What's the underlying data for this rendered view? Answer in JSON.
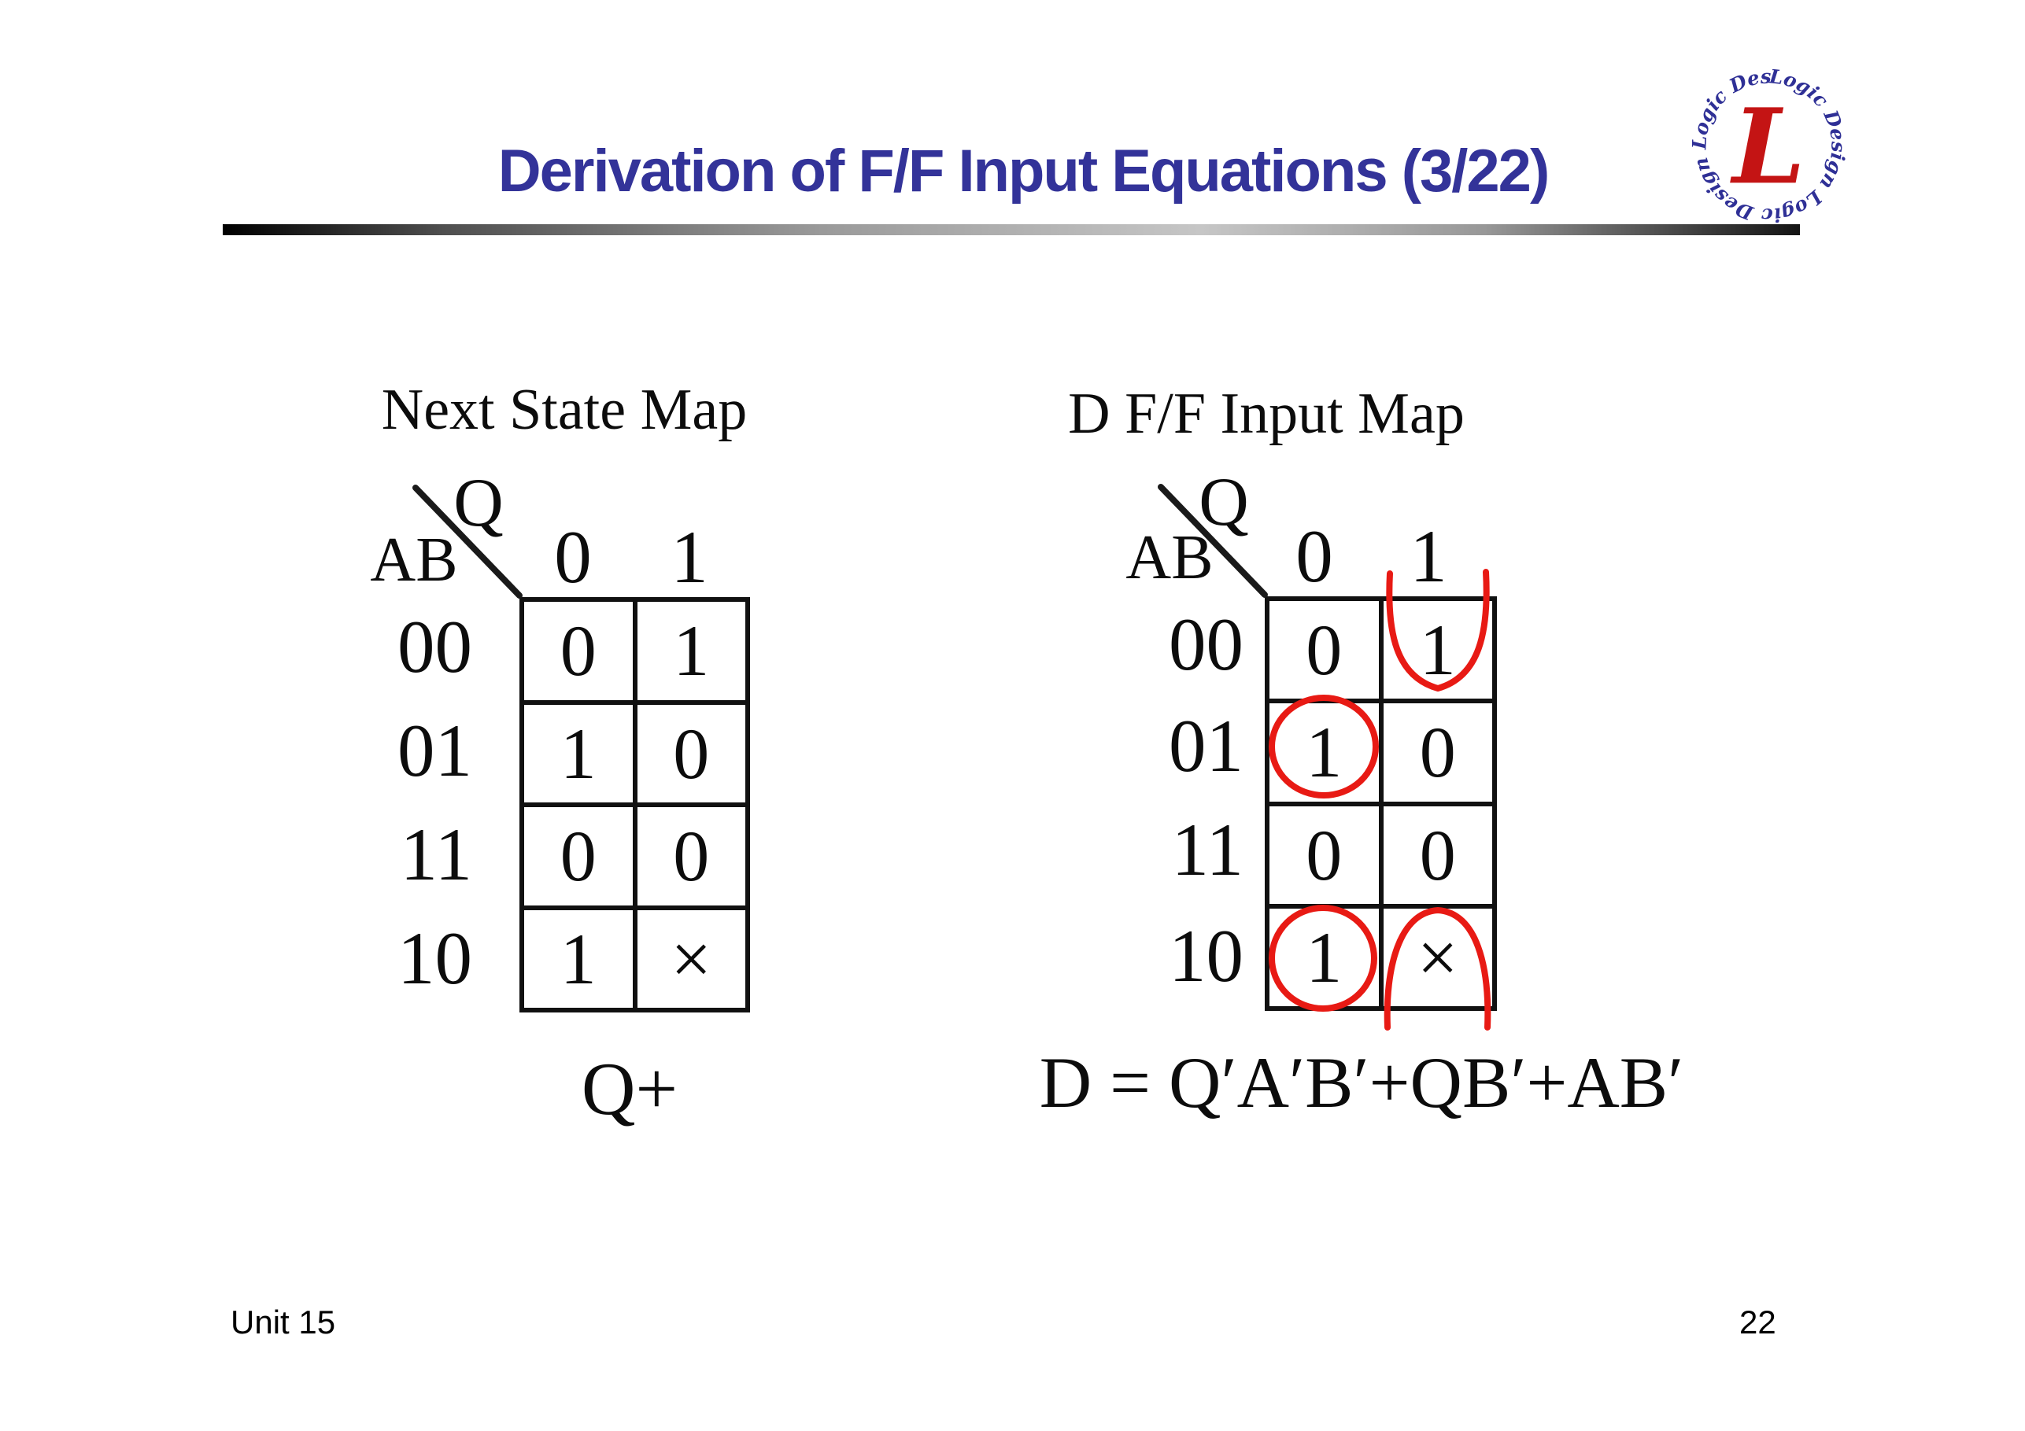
{
  "slide": {
    "title": "Derivation of F/F Input Equations (3/22)",
    "footer_left": "Unit 15",
    "page_number": "22"
  },
  "colors": {
    "title_blue": "#333399",
    "map_line_black": "#1a1a1a",
    "group_loop_red": "#e81a14",
    "logo_blue": "#2f3096",
    "logo_red": "#c41414"
  },
  "logo": {
    "ring_text": "Logic Design Logic Design Logic Design ",
    "monogram": "L"
  },
  "maps": {
    "left": {
      "title": "Next State Map",
      "corner_var": "Q",
      "row_var": "AB",
      "col_headers": [
        "0",
        "1"
      ],
      "row_headers": [
        "00",
        "01",
        "11",
        "10"
      ],
      "cells": [
        [
          "0",
          "1"
        ],
        [
          "1",
          "0"
        ],
        [
          "0",
          "0"
        ],
        [
          "1",
          "×"
        ]
      ],
      "caption": "Q+"
    },
    "right": {
      "title": "D F/F Input Map",
      "corner_var": "Q",
      "row_var": "AB",
      "col_headers": [
        "0",
        "1"
      ],
      "row_headers": [
        "00",
        "01",
        "11",
        "10"
      ],
      "cells": [
        [
          "0",
          "1"
        ],
        [
          "1",
          "0"
        ],
        [
          "0",
          "0"
        ],
        [
          "1",
          "×"
        ]
      ],
      "equation": "D = Q′A′B′+QB′+AB′"
    }
  }
}
